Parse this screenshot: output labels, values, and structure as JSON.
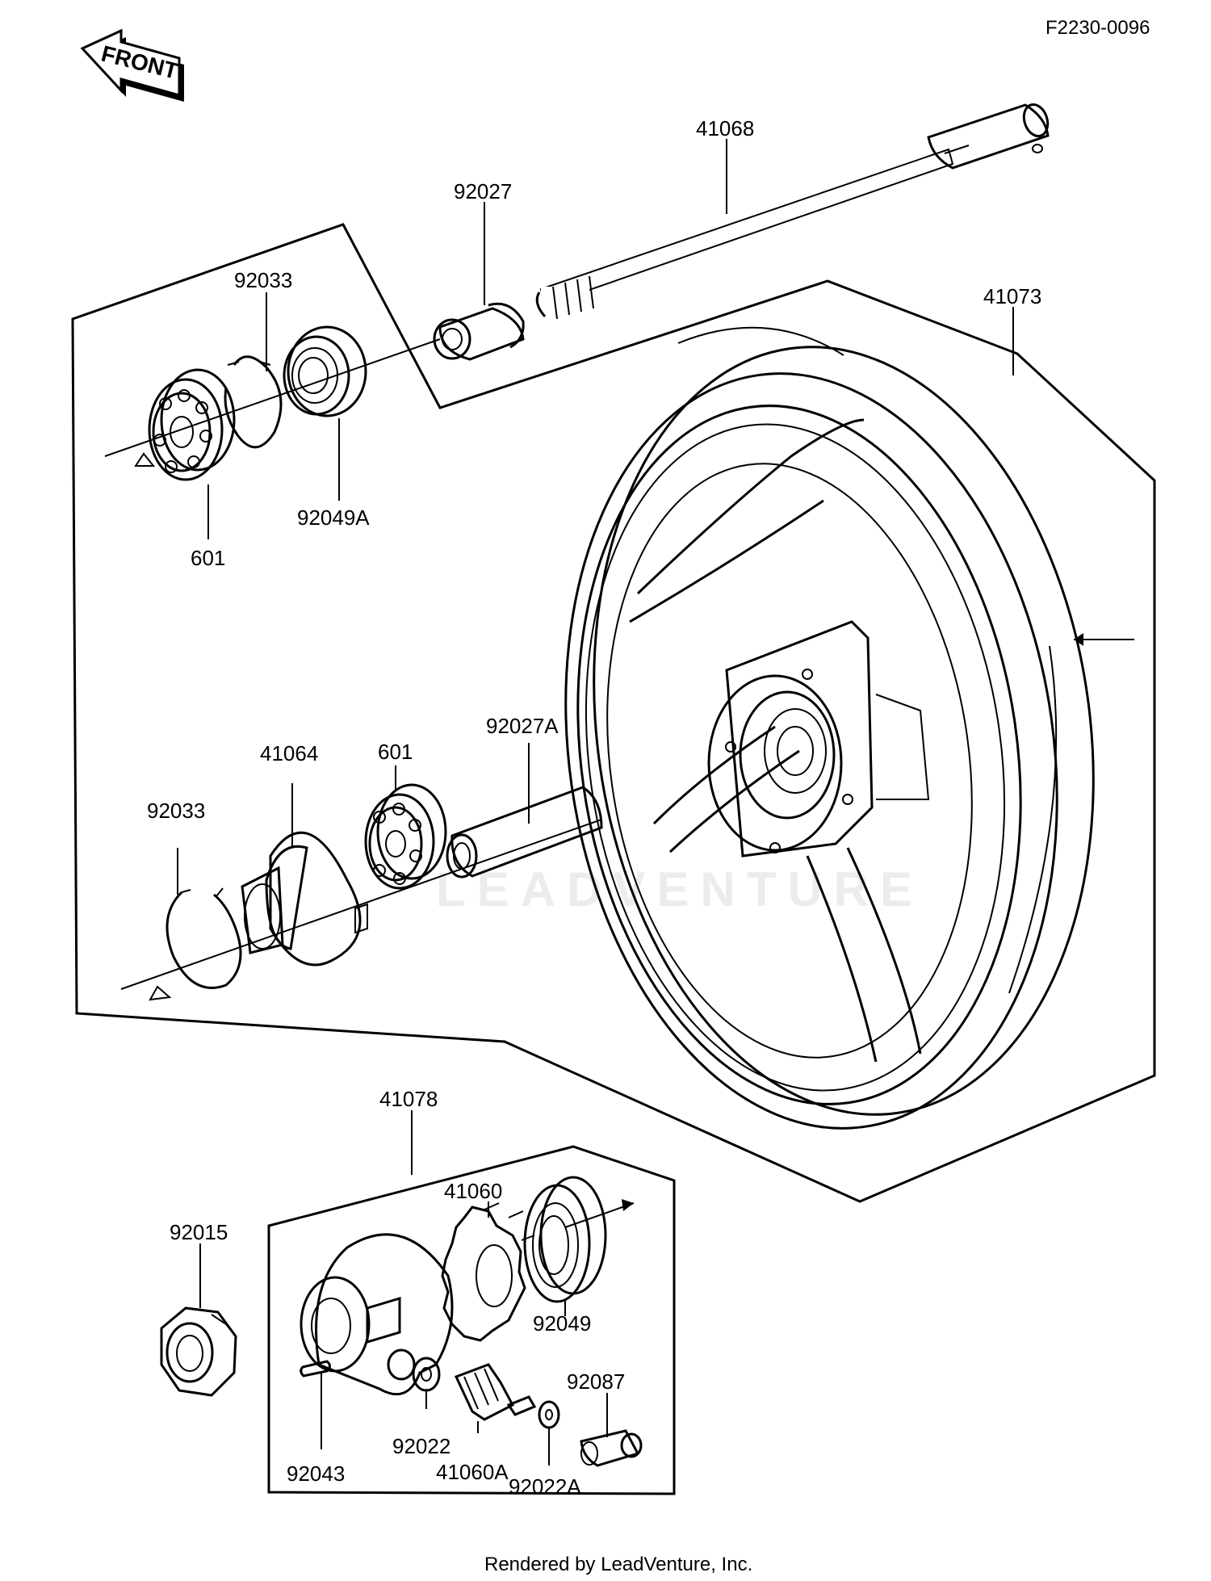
{
  "header": {
    "ref_code": "F2230-0096",
    "front_label": "FRONT"
  },
  "parts": [
    {
      "id": "p41068",
      "number": "41068"
    },
    {
      "id": "p92027",
      "number": "92027"
    },
    {
      "id": "p41073",
      "number": "41073"
    },
    {
      "id": "p92033a",
      "number": "92033"
    },
    {
      "id": "p92049a",
      "number": "92049A"
    },
    {
      "id": "p601a",
      "number": "601"
    },
    {
      "id": "p92027a",
      "number": "92027A"
    },
    {
      "id": "p41064",
      "number": "41064"
    },
    {
      "id": "p601b",
      "number": "601"
    },
    {
      "id": "p92033b",
      "number": "92033"
    },
    {
      "id": "p41078",
      "number": "41078"
    },
    {
      "id": "p41060",
      "number": "41060"
    },
    {
      "id": "p92015",
      "number": "92015"
    },
    {
      "id": "p92049",
      "number": "92049"
    },
    {
      "id": "p92087",
      "number": "92087"
    },
    {
      "id": "p92022",
      "number": "92022"
    },
    {
      "id": "p41060a",
      "number": "41060A"
    },
    {
      "id": "p92043",
      "number": "92043"
    },
    {
      "id": "p92022a",
      "number": "92022A"
    }
  ],
  "watermark": "LEADVENTURE",
  "footer": {
    "credit": "Rendered by LeadVenture, Inc."
  }
}
